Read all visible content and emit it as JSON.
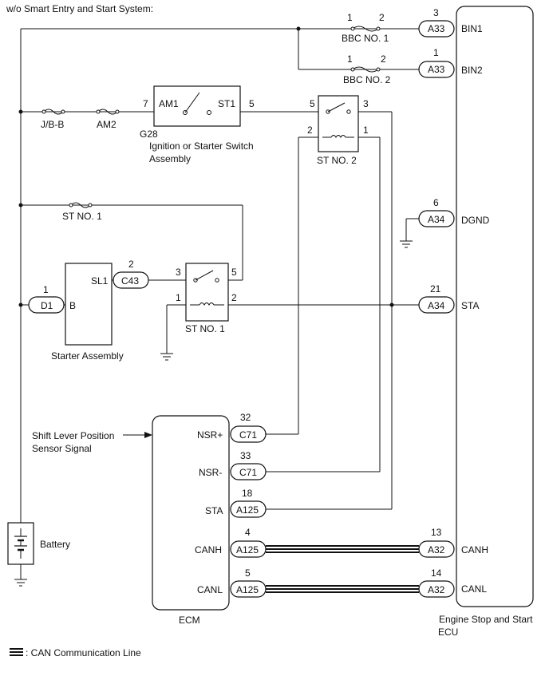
{
  "title": "w/o Smart Entry and Start System:",
  "legend": {
    "text": ": CAN Communication Line"
  },
  "components": {
    "engine_ecu": "Engine Stop and Start",
    "engine_ecu_line2": "ECU",
    "ecm": "ECM",
    "ignition_switch_code": "G28",
    "ignition_switch_name": "Ignition or Starter Switch",
    "ignition_switch_name2": "Assembly",
    "starter": "Starter Assembly",
    "battery": "Battery",
    "relay_st2": "ST NO. 2",
    "relay_st1": "ST NO. 1",
    "fuse_bbc1": "BBC NO. 1",
    "fuse_bbc2": "BBC NO. 2",
    "fuse_jbb": "J/B-B",
    "fuse_am2": "AM2",
    "fuse_st1": "ST NO. 1",
    "shift_sensor": "Shift Lever Position",
    "shift_sensor2": "Sensor Signal"
  },
  "pins": {
    "am1": "AM1",
    "st1": "ST1",
    "am1_num": "7",
    "st1_num": "5",
    "bin1": "BIN1",
    "bin2": "BIN2",
    "dgnd": "DGND",
    "sta": "STA",
    "canh": "CANH",
    "canl": "CANL",
    "sl1": "SL1",
    "b": "B",
    "nsr_plus": "NSR+",
    "nsr_minus": "NSR-",
    "ecm_sta": "STA",
    "ecm_canh": "CANH",
    "ecm_canl": "CANL"
  },
  "connectors": {
    "a33_1": {
      "code": "A33",
      "pin": "3"
    },
    "a33_2": {
      "code": "A33",
      "pin": "1"
    },
    "a34_1": {
      "code": "A34",
      "pin": "6"
    },
    "a34_2": {
      "code": "A34",
      "pin": "21"
    },
    "a32_1": {
      "code": "A32",
      "pin": "13"
    },
    "a32_2": {
      "code": "A32",
      "pin": "14"
    },
    "c43": {
      "code": "C43",
      "pin": "2"
    },
    "d1": {
      "code": "D1",
      "pin": "1"
    },
    "c71_1": {
      "code": "C71",
      "pin": "32"
    },
    "c71_2": {
      "code": "C71",
      "pin": "33"
    },
    "a125_1": {
      "code": "A125",
      "pin": "18"
    },
    "a125_2": {
      "code": "A125",
      "pin": "4"
    },
    "a125_3": {
      "code": "A125",
      "pin": "5"
    }
  },
  "terminal_numbers": {
    "bbc1_a": "1",
    "bbc1_b": "2",
    "bbc2_a": "1",
    "bbc2_b": "2",
    "st2_5": "5",
    "st2_3": "3",
    "st2_2": "2",
    "st2_1": "1",
    "st1_3": "3",
    "st1_5": "5",
    "st1_1": "1",
    "st1_2": "2"
  }
}
